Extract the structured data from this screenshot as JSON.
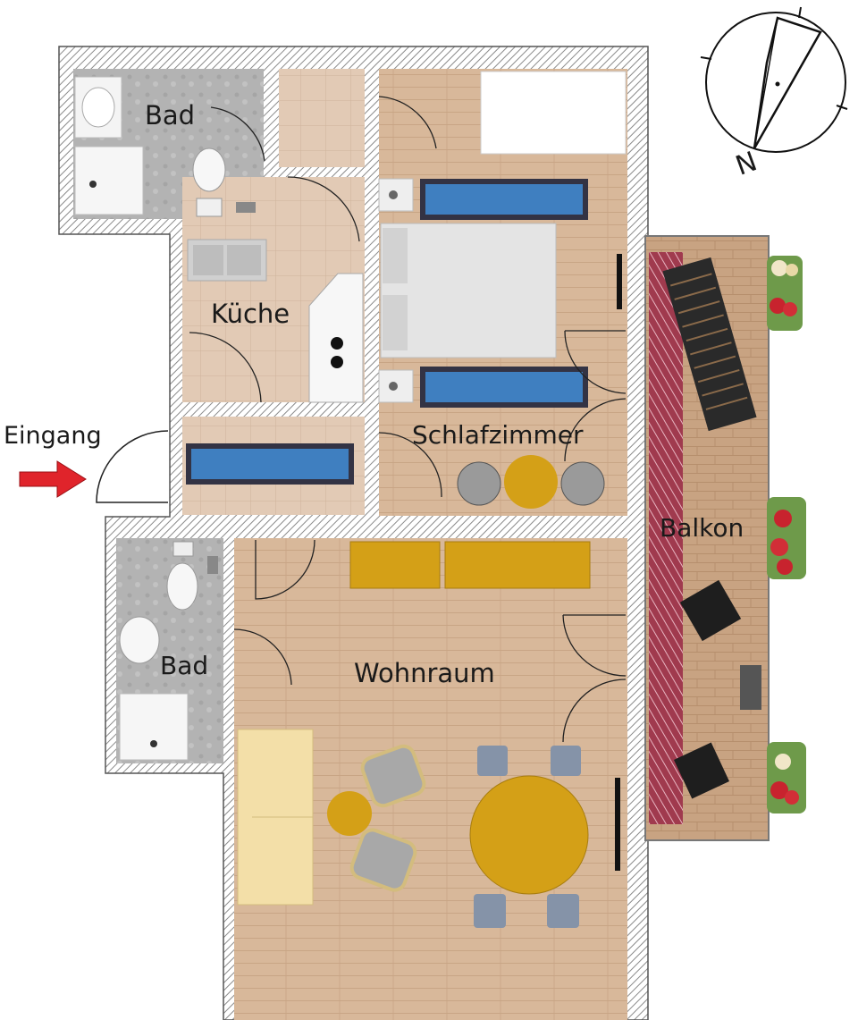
{
  "rooms": {
    "bad_top": "Bad",
    "kueche": "Küche",
    "schlafzimmer": "Schlafzimmer",
    "balkon": "Balkon",
    "bad_bottom": "Bad",
    "wohnraum": "Wohnraum"
  },
  "entrance": {
    "label": "Eingang",
    "arrow_color": "#e0242b"
  },
  "compass": {
    "label": "N"
  },
  "colors": {
    "wall": "#ffffff",
    "wall_hatch": "#8a8a8a",
    "wood_floor": "#d8b89a",
    "tile_floor": "#e2cab5",
    "bath_floor": "#b3b3b3",
    "balcony_floor": "#c8a382",
    "rug_blue": "#3f7fc0",
    "furniture_yellow": "#d4a017",
    "chair_grey": "#8593a8",
    "sofa_cream": "#f3dfa8"
  }
}
